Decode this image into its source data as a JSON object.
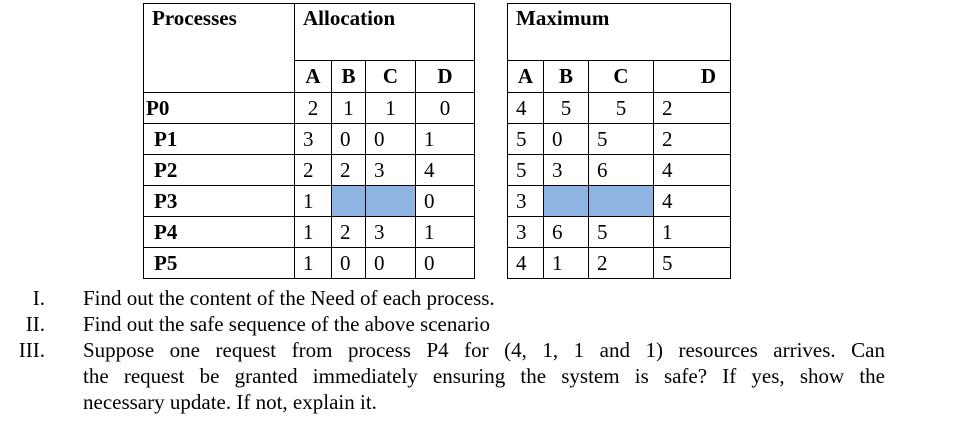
{
  "highlight_color": "#8DB4E2",
  "tables": {
    "allocation": {
      "row_header": "Processes",
      "group_header": "Allocation",
      "columns": [
        "A",
        "B",
        "C",
        "D"
      ],
      "rows": [
        {
          "label": "P0",
          "values": [
            "2",
            "1",
            "1",
            "0"
          ],
          "highlight": []
        },
        {
          "label": "P1",
          "values": [
            "3",
            "0",
            "0",
            "1"
          ],
          "highlight": []
        },
        {
          "label": "P2",
          "values": [
            "2",
            "2",
            "3",
            "4"
          ],
          "highlight": []
        },
        {
          "label": "P3",
          "values": [
            "1",
            "",
            "",
            "0"
          ],
          "highlight": [
            1,
            2
          ]
        },
        {
          "label": "P4",
          "values": [
            "1",
            "2",
            "3",
            "1"
          ],
          "highlight": []
        },
        {
          "label": "P5",
          "values": [
            "1",
            "0",
            "0",
            "0"
          ],
          "highlight": []
        }
      ]
    },
    "maximum": {
      "group_header": "Maximum",
      "columns": [
        "A",
        "B",
        "C",
        "D"
      ],
      "rows": [
        {
          "values": [
            "4",
            "5",
            "5",
            "2"
          ],
          "highlight": []
        },
        {
          "values": [
            "5",
            "0",
            "5",
            "2"
          ],
          "highlight": []
        },
        {
          "values": [
            "5",
            "3",
            "6",
            "4"
          ],
          "highlight": []
        },
        {
          "values": [
            "3",
            "",
            "",
            "4"
          ],
          "highlight": [
            1,
            2
          ]
        },
        {
          "values": [
            "3",
            "6",
            "5",
            "1"
          ],
          "highlight": []
        },
        {
          "values": [
            "4",
            "1",
            "2",
            "5"
          ],
          "highlight": []
        }
      ]
    }
  },
  "questions": [
    {
      "numeral": "I.",
      "text": "Find out the content of the Need of each process."
    },
    {
      "numeral": "II.",
      "text": "Find out the safe sequence of the above scenario"
    },
    {
      "numeral": "III.",
      "lines": [
        "Suppose one request from process P4 for (4, 1, 1 and 1) resources arrives. Can",
        "the request be granted immediately ensuring the system is safe? If yes, show the",
        "necessary update. If not, explain it."
      ]
    }
  ]
}
